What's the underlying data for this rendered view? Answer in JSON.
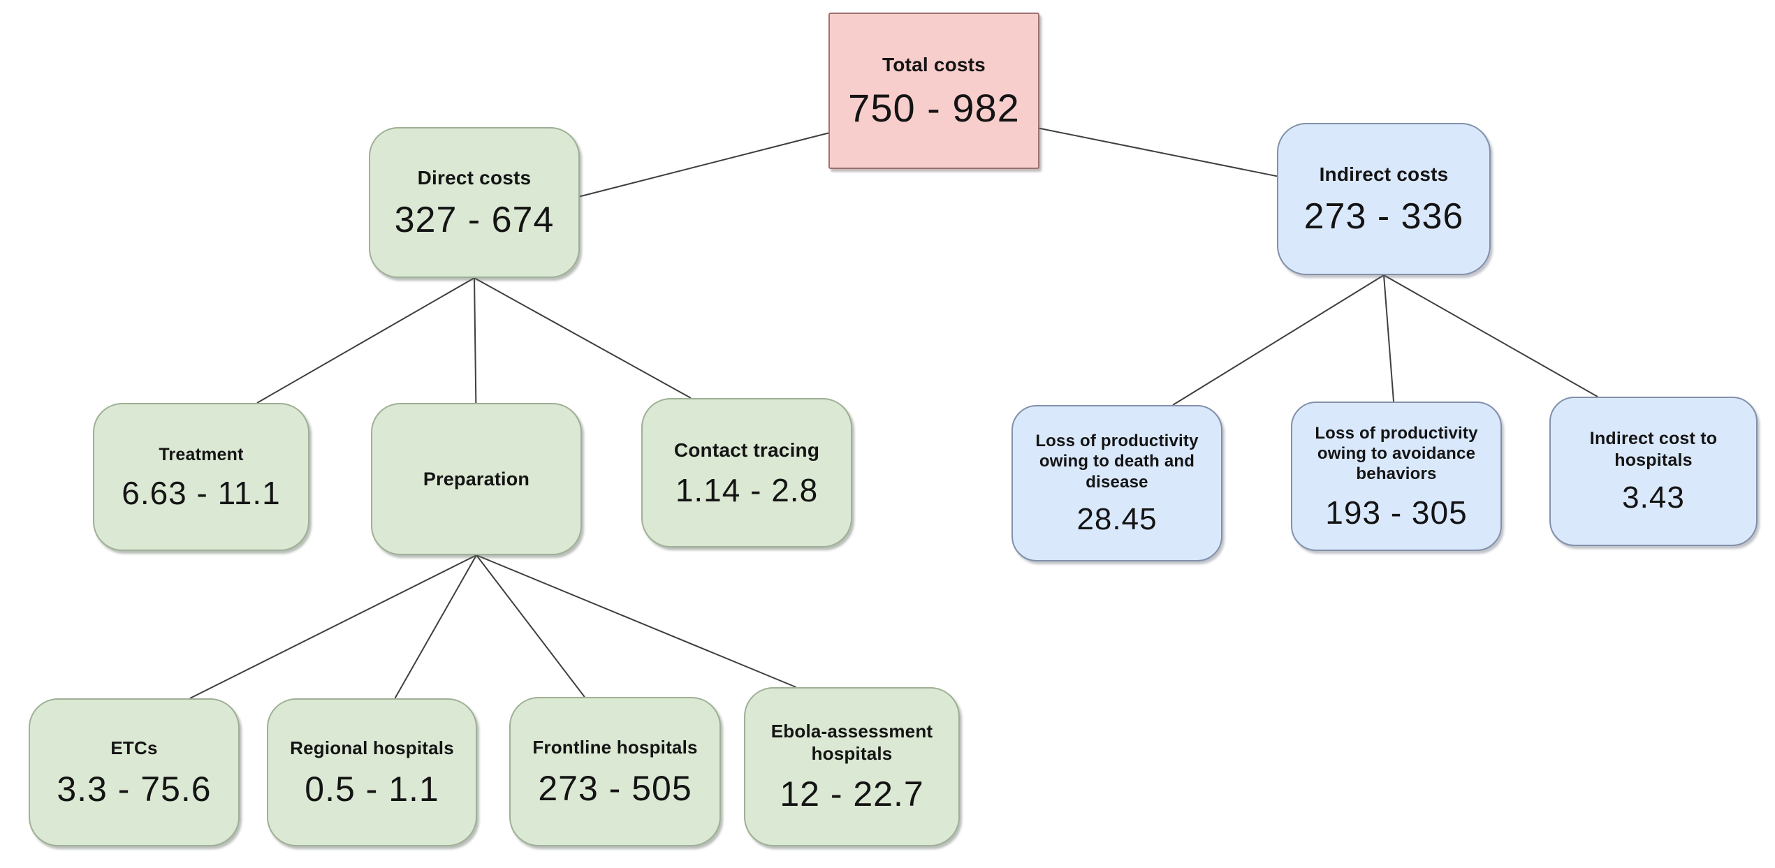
{
  "diagram": {
    "nodes": [
      {
        "id": "total",
        "label": "Total costs",
        "value": "750 - 982",
        "variant": "red"
      },
      {
        "id": "direct",
        "label": "Direct costs",
        "value": "327 - 674",
        "variant": "green"
      },
      {
        "id": "indirect",
        "label": "Indirect costs",
        "value": "273 - 336",
        "variant": "blue"
      },
      {
        "id": "treatment",
        "label": "Treatment",
        "value": "6.63 - 11.1",
        "variant": "green"
      },
      {
        "id": "preparation",
        "label": "Preparation",
        "value": "",
        "variant": "green"
      },
      {
        "id": "contact",
        "label": "Contact tracing",
        "value": "1.14 - 2.8",
        "variant": "green"
      },
      {
        "id": "loss-death",
        "label": "Loss of productivity owing to death and disease",
        "value": "28.45",
        "variant": "blue"
      },
      {
        "id": "loss-avoidance",
        "label": "Loss of productivity owing to avoidance behaviors",
        "value": "193 - 305",
        "variant": "blue"
      },
      {
        "id": "indirect-hospitals",
        "label": "Indirect cost to hospitals",
        "value": "3.43",
        "variant": "blue"
      },
      {
        "id": "etcs",
        "label": "ETCs",
        "value": "3.3 - 75.6",
        "variant": "green"
      },
      {
        "id": "regional",
        "label": "Regional hospitals",
        "value": "0.5 - 1.1",
        "variant": "green"
      },
      {
        "id": "frontline",
        "label": "Frontline hospitals",
        "value": "273 - 505",
        "variant": "green"
      },
      {
        "id": "ebola-assessment",
        "label": "Ebola-assessment hospitals",
        "value": "12 - 22.7",
        "variant": "green"
      }
    ],
    "edges": [
      [
        "total",
        "direct"
      ],
      [
        "total",
        "indirect"
      ],
      [
        "direct",
        "treatment"
      ],
      [
        "direct",
        "preparation"
      ],
      [
        "direct",
        "contact"
      ],
      [
        "preparation",
        "etcs"
      ],
      [
        "preparation",
        "regional"
      ],
      [
        "preparation",
        "frontline"
      ],
      [
        "preparation",
        "ebola-assessment"
      ],
      [
        "indirect",
        "loss-death"
      ],
      [
        "indirect",
        "loss-avoidance"
      ],
      [
        "indirect",
        "indirect-hospitals"
      ]
    ],
    "colors": {
      "red_fill": "#f8cecc",
      "red_border": "#9e706e",
      "green_fill": "#dbe8d3",
      "green_border": "#9fb096",
      "blue_fill": "#dae8fc",
      "blue_border": "#8291aa",
      "line": "#3f3f3f"
    }
  }
}
